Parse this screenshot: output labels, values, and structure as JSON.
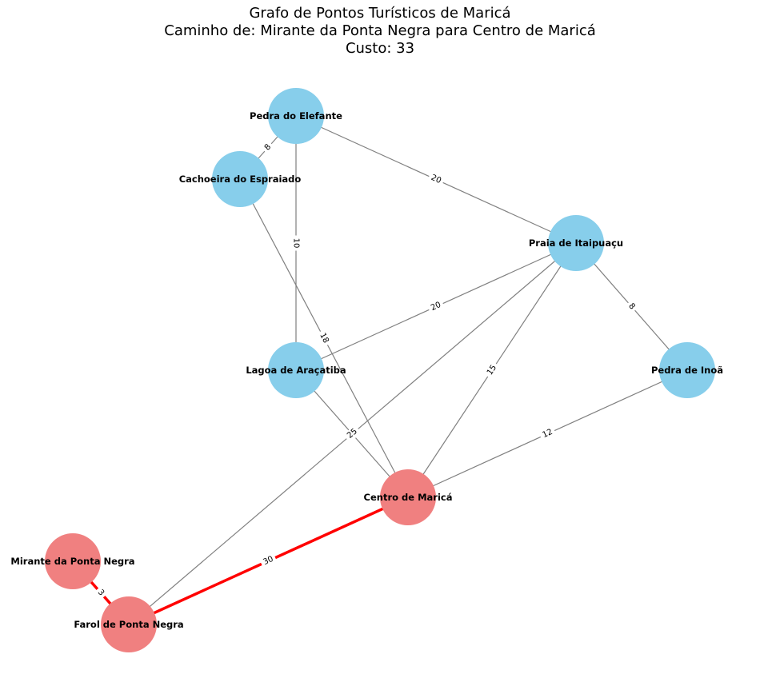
{
  "title": {
    "line1": "Grafo de Pontos Turísticos de Maricá",
    "line2": "Caminho de: Mirante da Ponta Negra para Centro de Maricá",
    "line3": "Custo: 33"
  },
  "colors": {
    "path_node": "#f08080",
    "normal_node": "#87ceeb",
    "path_edge": "#ff0000",
    "normal_edge": "#808080"
  },
  "nodes": [
    {
      "id": "elefante",
      "label": "Pedra do Elefante",
      "on_path": false
    },
    {
      "id": "cachoeira",
      "label": "Cachoeira do Espraiado",
      "on_path": false
    },
    {
      "id": "itaipuacu",
      "label": "Praia de Itaipuaçu",
      "on_path": false
    },
    {
      "id": "aracatiba",
      "label": "Lagoa de Araçatiba",
      "on_path": false
    },
    {
      "id": "inoa",
      "label": "Pedra de Inoã",
      "on_path": false
    },
    {
      "id": "centro",
      "label": "Centro de Maricá",
      "on_path": true
    },
    {
      "id": "mirante",
      "label": "Mirante da Ponta Negra",
      "on_path": true
    },
    {
      "id": "farol",
      "label": "Farol de Ponta Negra",
      "on_path": true
    }
  ],
  "edges": [
    {
      "from": "elefante",
      "to": "cachoeira",
      "weight": "8",
      "on_path": false
    },
    {
      "from": "elefante",
      "to": "itaipuacu",
      "weight": "20",
      "on_path": false
    },
    {
      "from": "elefante",
      "to": "aracatiba",
      "weight": "10",
      "on_path": false
    },
    {
      "from": "cachoeira",
      "to": "centro",
      "weight": "18",
      "on_path": false
    },
    {
      "from": "itaipuacu",
      "to": "aracatiba",
      "weight": "20",
      "on_path": false
    },
    {
      "from": "itaipuacu",
      "to": "inoa",
      "weight": "8",
      "on_path": false
    },
    {
      "from": "itaipuacu",
      "to": "centro",
      "weight": "15",
      "on_path": false
    },
    {
      "from": "itaipuacu",
      "to": "farol",
      "weight": "25",
      "on_path": false
    },
    {
      "from": "aracatiba",
      "to": "centro",
      "weight": "",
      "on_path": false
    },
    {
      "from": "inoa",
      "to": "centro",
      "weight": "12",
      "on_path": false
    },
    {
      "from": "centro",
      "to": "farol",
      "weight": "30",
      "on_path": true
    },
    {
      "from": "mirante",
      "to": "farol",
      "weight": "3",
      "on_path": true
    }
  ]
}
